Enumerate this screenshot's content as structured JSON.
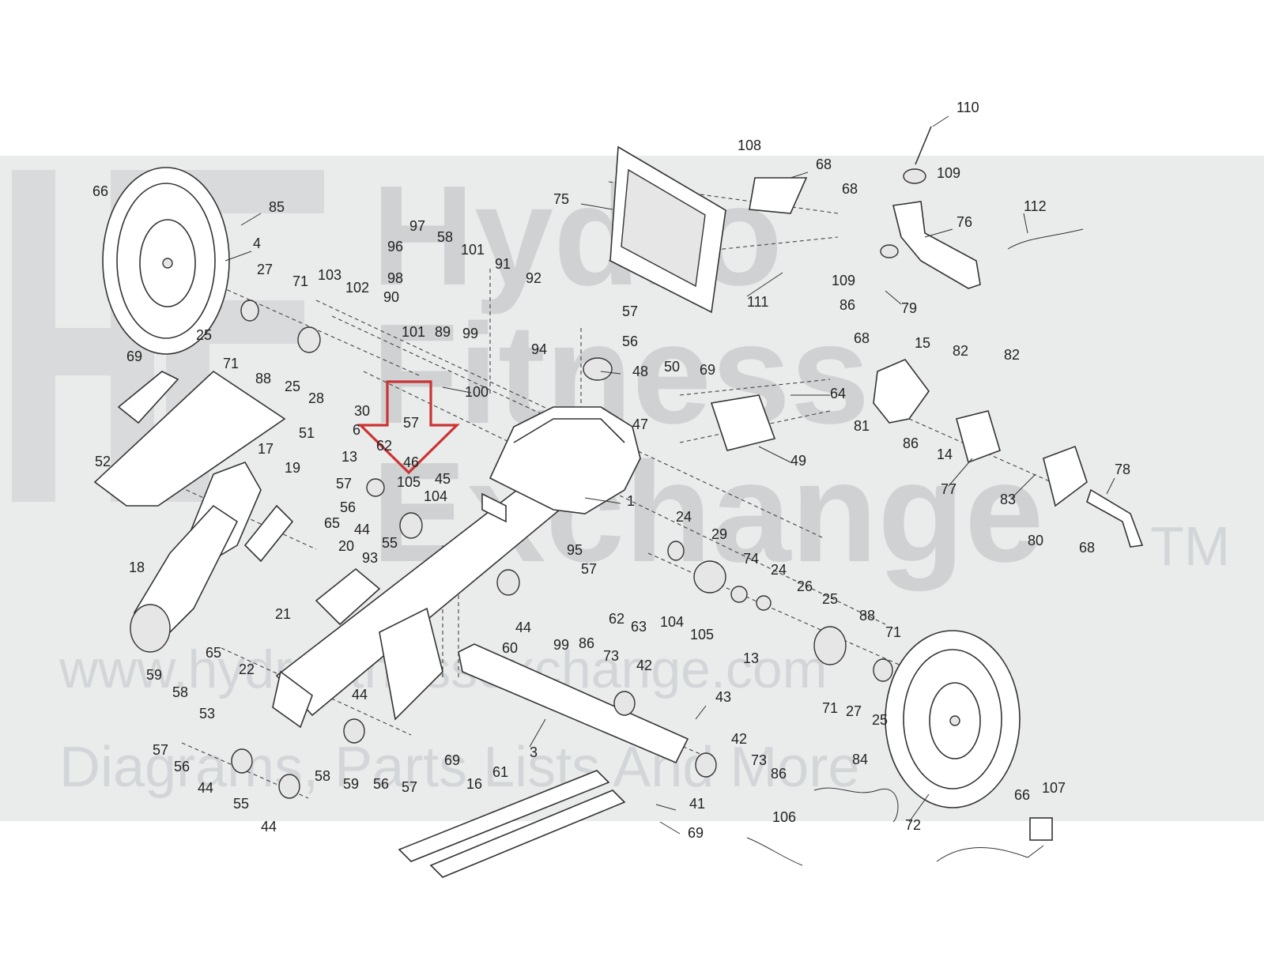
{
  "watermark": {
    "brand_line1": "Hydro",
    "brand_line2": "Fitness",
    "brand_line3": "Exchange",
    "trademark": "TM",
    "website": "www.hydrofitnessexchange.com",
    "tagline": "Diagrams, Parts Lists And More",
    "band_color": "#d9dadb"
  },
  "highlight": {
    "color": "#cc3333",
    "shape": "down-arrow"
  },
  "callouts": [
    {
      "id": "c110",
      "text": "110"
    },
    {
      "id": "c108",
      "text": "108"
    },
    {
      "id": "c68a",
      "text": "68"
    },
    {
      "id": "c109a",
      "text": "109"
    },
    {
      "id": "c68b",
      "text": "68"
    },
    {
      "id": "c75",
      "text": "75"
    },
    {
      "id": "c76",
      "text": "76"
    },
    {
      "id": "c112",
      "text": "112"
    },
    {
      "id": "c66a",
      "text": "66"
    },
    {
      "id": "c85",
      "text": "85"
    },
    {
      "id": "c4",
      "text": "4"
    },
    {
      "id": "c27a",
      "text": "27"
    },
    {
      "id": "c97",
      "text": "97"
    },
    {
      "id": "c58a",
      "text": "58"
    },
    {
      "id": "c101a",
      "text": "101"
    },
    {
      "id": "c96",
      "text": "96"
    },
    {
      "id": "c91",
      "text": "91"
    },
    {
      "id": "c92",
      "text": "92"
    },
    {
      "id": "c103",
      "text": "103"
    },
    {
      "id": "c71a",
      "text": "71"
    },
    {
      "id": "c102",
      "text": "102"
    },
    {
      "id": "c98",
      "text": "98"
    },
    {
      "id": "c90",
      "text": "90"
    },
    {
      "id": "c109b",
      "text": "109"
    },
    {
      "id": "c111",
      "text": "111"
    },
    {
      "id": "c86a",
      "text": "86"
    },
    {
      "id": "c79",
      "text": "79"
    },
    {
      "id": "c25a",
      "text": "25"
    },
    {
      "id": "c101b",
      "text": "101"
    },
    {
      "id": "c89",
      "text": "89"
    },
    {
      "id": "c99a",
      "text": "99"
    },
    {
      "id": "c94",
      "text": "94"
    },
    {
      "id": "c57a",
      "text": "57"
    },
    {
      "id": "c71b",
      "text": "71"
    },
    {
      "id": "c56a",
      "text": "56"
    },
    {
      "id": "c68c",
      "text": "68"
    },
    {
      "id": "c15",
      "text": "15"
    },
    {
      "id": "c82a",
      "text": "82"
    },
    {
      "id": "c82b",
      "text": "82"
    },
    {
      "id": "c69a",
      "text": "69"
    },
    {
      "id": "c88a",
      "text": "88"
    },
    {
      "id": "c25b",
      "text": "25"
    },
    {
      "id": "c28",
      "text": "28"
    },
    {
      "id": "c100",
      "text": "100"
    },
    {
      "id": "c48",
      "text": "48"
    },
    {
      "id": "c50",
      "text": "50"
    },
    {
      "id": "c69b",
      "text": "69"
    },
    {
      "id": "c64",
      "text": "64"
    },
    {
      "id": "c81",
      "text": "81"
    },
    {
      "id": "c86b",
      "text": "86"
    },
    {
      "id": "c30",
      "text": "30"
    },
    {
      "id": "c51",
      "text": "51"
    },
    {
      "id": "c57b",
      "text": "57"
    },
    {
      "id": "c47",
      "text": "47"
    },
    {
      "id": "c14",
      "text": "14"
    },
    {
      "id": "c52",
      "text": "52"
    },
    {
      "id": "c6",
      "text": "6"
    },
    {
      "id": "c62a",
      "text": "62"
    },
    {
      "id": "c46",
      "text": "46"
    },
    {
      "id": "c49",
      "text": "49"
    },
    {
      "id": "c77",
      "text": "77"
    },
    {
      "id": "c78",
      "text": "78"
    },
    {
      "id": "c17",
      "text": "17"
    },
    {
      "id": "c13a",
      "text": "13"
    },
    {
      "id": "c45",
      "text": "45"
    },
    {
      "id": "c19",
      "text": "19"
    },
    {
      "id": "c57c",
      "text": "57"
    },
    {
      "id": "c105a",
      "text": "105"
    },
    {
      "id": "c104a",
      "text": "104"
    },
    {
      "id": "c1",
      "text": "1"
    },
    {
      "id": "c83",
      "text": "83"
    },
    {
      "id": "c56b",
      "text": "56"
    },
    {
      "id": "c65a",
      "text": "65"
    },
    {
      "id": "c24a",
      "text": "24"
    },
    {
      "id": "c29",
      "text": "29"
    },
    {
      "id": "c44a",
      "text": "44"
    },
    {
      "id": "c20",
      "text": "20"
    },
    {
      "id": "c55a",
      "text": "55"
    },
    {
      "id": "c80",
      "text": "80"
    },
    {
      "id": "c68d",
      "text": "68"
    },
    {
      "id": "c93",
      "text": "93"
    },
    {
      "id": "c95",
      "text": "95"
    },
    {
      "id": "c74",
      "text": "74"
    },
    {
      "id": "c24b",
      "text": "24"
    },
    {
      "id": "c18",
      "text": "18"
    },
    {
      "id": "c57d",
      "text": "57"
    },
    {
      "id": "c26",
      "text": "26"
    },
    {
      "id": "c25c",
      "text": "25"
    },
    {
      "id": "c62b",
      "text": "62"
    },
    {
      "id": "c63",
      "text": "63"
    },
    {
      "id": "c104b",
      "text": "104"
    },
    {
      "id": "c44b",
      "text": "44"
    },
    {
      "id": "c21",
      "text": "21"
    },
    {
      "id": "c105b",
      "text": "105"
    },
    {
      "id": "c88b",
      "text": "88"
    },
    {
      "id": "c99b",
      "text": "99"
    },
    {
      "id": "c71c",
      "text": "71"
    },
    {
      "id": "c86c",
      "text": "86"
    },
    {
      "id": "c60",
      "text": "60"
    },
    {
      "id": "c65b",
      "text": "65"
    },
    {
      "id": "c73a",
      "text": "73"
    },
    {
      "id": "c13b",
      "text": "13"
    },
    {
      "id": "c42a",
      "text": "42"
    },
    {
      "id": "c59a",
      "text": "59"
    },
    {
      "id": "c22",
      "text": "22"
    },
    {
      "id": "c58b",
      "text": "58"
    },
    {
      "id": "c71d",
      "text": "71"
    },
    {
      "id": "c27b",
      "text": "27"
    },
    {
      "id": "c43",
      "text": "43"
    },
    {
      "id": "c53",
      "text": "53"
    },
    {
      "id": "c25d",
      "text": "25"
    },
    {
      "id": "c44c",
      "text": "44"
    },
    {
      "id": "c57e",
      "text": "57"
    },
    {
      "id": "c3",
      "text": "3"
    },
    {
      "id": "c42b",
      "text": "42"
    },
    {
      "id": "c56c",
      "text": "56"
    },
    {
      "id": "c69c",
      "text": "69"
    },
    {
      "id": "c73b",
      "text": "73"
    },
    {
      "id": "c84",
      "text": "84"
    },
    {
      "id": "c61",
      "text": "61"
    },
    {
      "id": "c44d",
      "text": "44"
    },
    {
      "id": "c58c",
      "text": "58"
    },
    {
      "id": "c59b",
      "text": "59"
    },
    {
      "id": "c56d",
      "text": "56"
    },
    {
      "id": "c57f",
      "text": "57"
    },
    {
      "id": "c86d",
      "text": "86"
    },
    {
      "id": "c66b",
      "text": "66"
    },
    {
      "id": "c107",
      "text": "107"
    },
    {
      "id": "c55b",
      "text": "55"
    },
    {
      "id": "c16",
      "text": "16"
    },
    {
      "id": "c41",
      "text": "41"
    },
    {
      "id": "c72",
      "text": "72"
    },
    {
      "id": "c44e",
      "text": "44"
    },
    {
      "id": "c106",
      "text": "106"
    },
    {
      "id": "c69d",
      "text": "69"
    }
  ]
}
